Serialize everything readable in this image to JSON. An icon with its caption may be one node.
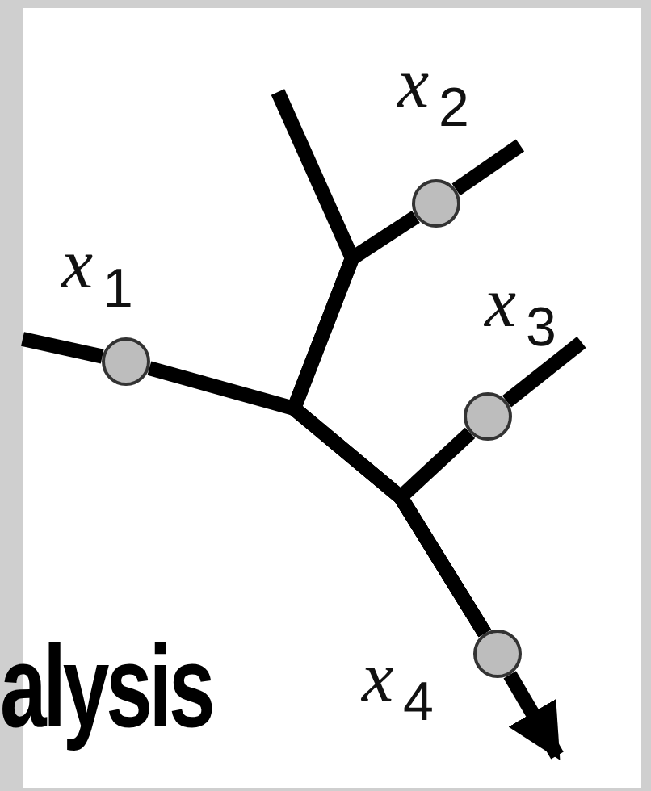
{
  "diagram": {
    "nodes": [
      {
        "text": [],
        "shape": "circle",
        "beside": [
          "*x*$_{1}$"
        ]
      },
      {
        "text": [],
        "shape": "circle",
        "beside": [
          "*x*$_{2}$"
        ]
      },
      {
        "text": [],
        "shape": "circle",
        "beside": [
          "*x*$_{3}$"
        ]
      },
      {
        "text": [],
        "shape": "circle",
        "beside": [
          "*x*$_{4}$"
        ]
      }
    ],
    "edges": [
      {
        "from": null,
        "to": 0,
        "arrow": "none"
      },
      {
        "from": 0,
        "to": 3,
        "arrow": "none"
      },
      {
        "from": null,
        "to": 3,
        "arrow": "none"
      },
      {
        "from": 1,
        "to": null,
        "arrow": "none"
      },
      {
        "from": 1,
        "to": 3,
        "arrow": "none"
      },
      {
        "from": 2,
        "to": null,
        "arrow": "none"
      },
      {
        "from": 2,
        "to": 3,
        "arrow": "none"
      },
      {
        "from": 3,
        "to": null,
        "arrow": "to"
      }
    ],
    "labels": [
      "alysis"
    ]
  }
}
